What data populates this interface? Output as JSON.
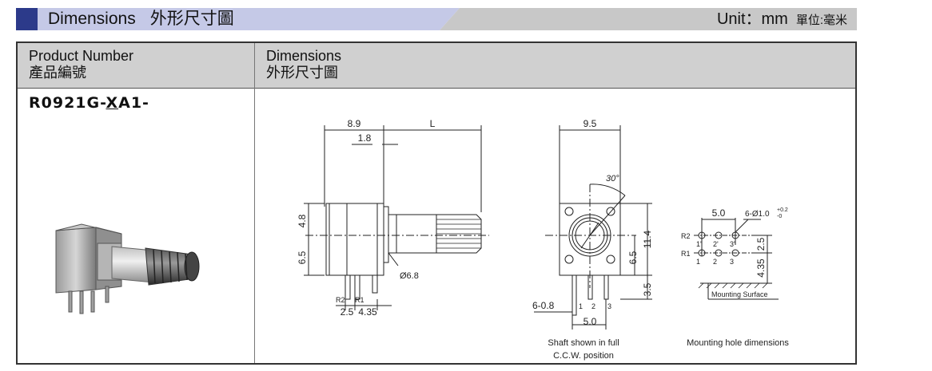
{
  "header": {
    "title": "Dimensions",
    "title_zh": "外形尺寸圖",
    "unit": "Unit：mm",
    "unit_zh": "單位:毫米",
    "accent_color": "#2c3a8a"
  },
  "table": {
    "col1_header_en": "Product Number",
    "col1_header_zh": "產品編號",
    "col2_header_en": "Dimensions",
    "col2_header_zh": "外形尺寸圖",
    "product": {
      "prefix": "R0921G-",
      "variable": "X",
      "suffix": "A1-"
    }
  },
  "side_view": {
    "dim_body": "8.9",
    "dim_shaft": "L",
    "dim_bushing": "1.8",
    "dim_upper": "4.8",
    "dim_lower": "6.5",
    "dim_shaft_dia": "Ø6.8",
    "pin_r2": "R2",
    "pin_r1": "R1",
    "dim_pin_a": "2.5",
    "dim_pin_b": "4.35"
  },
  "front_view": {
    "dim_width": "9.5",
    "dim_angle": "30°",
    "dim_height": "11.4",
    "dim_center": "6.5",
    "dim_pin_len": "3.5",
    "dim_pin_w": "6-0.8",
    "dim_pin_pitch": "5.0",
    "pin_1": "1",
    "pin_2": "2",
    "pin_3": "3",
    "caption_1": "Shaft shown in full",
    "caption_2": "C.C.W. position"
  },
  "hole_view": {
    "dim_pitch": "5.0",
    "dim_holes": "6-Ø1.0",
    "tol_plus": "+0.2",
    "tol_minus": "-0",
    "row_r2": "R2",
    "row_r1": "R1",
    "top_1": "1'",
    "top_2": "2'",
    "top_3": "3'",
    "bot_1": "1",
    "bot_2": "2",
    "bot_3": "3",
    "dim_row": "2.5",
    "dim_surface": "4.35",
    "surface_label": "Mounting Surface",
    "caption": "Mounting hole dimensions"
  }
}
